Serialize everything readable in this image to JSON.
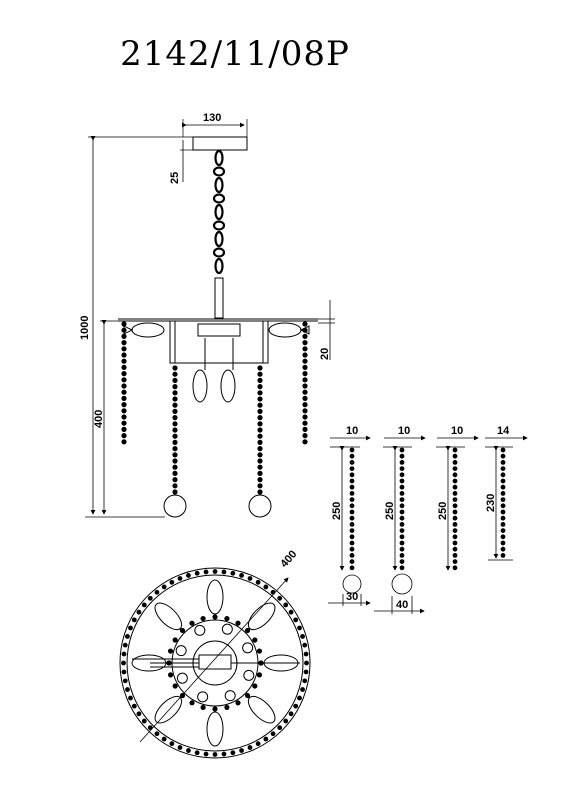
{
  "title": "2142/11/08P",
  "dimensions": {
    "canopy_width": "130",
    "canopy_height": "25",
    "total_height": "1000",
    "frame_height": "20",
    "drop_height": "400",
    "diameter": "400",
    "strand_widths": [
      "10",
      "10",
      "10",
      "14"
    ],
    "strand_lengths": [
      "250",
      "250",
      "250",
      "230"
    ],
    "ball_small": "30",
    "ball_large": "40"
  },
  "colors": {
    "line": "#000000",
    "background": "#ffffff"
  }
}
